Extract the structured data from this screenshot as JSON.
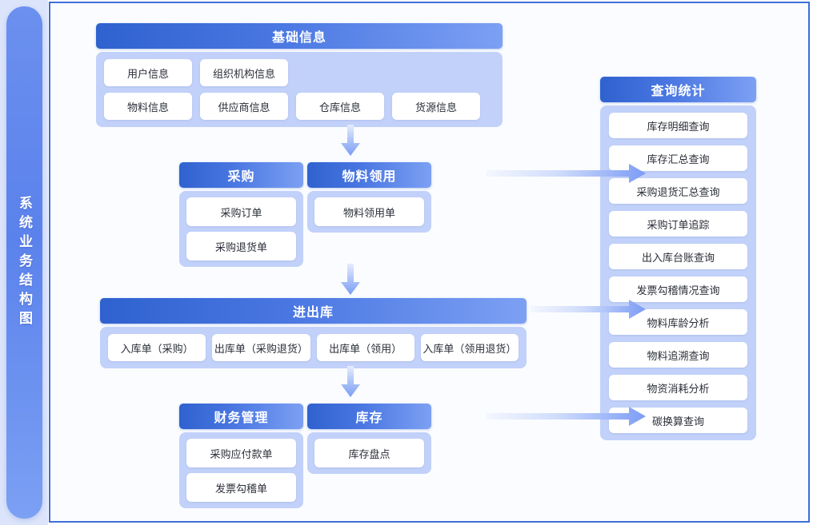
{
  "sidebar": {
    "title": "系统业务结构图"
  },
  "colors": {
    "header_gradient_start": "#2f62cf",
    "header_gradient_end": "#7ca0f3",
    "group_body_bg": "#c2d1f9",
    "item_bg": "#ffffff",
    "panel_border": "#3f6fd8",
    "panel_bg": "#fafcff",
    "sidebar_backdrop": "#dbe4fb",
    "arrow_color": "#7c9cf5",
    "text_dark": "#2b2f38",
    "text_light": "#ffffff"
  },
  "groups": {
    "basic": {
      "title": "基础信息",
      "items": [
        "用户信息",
        "组织机构信息",
        "物料信息",
        "供应商信息",
        "仓库信息",
        "货源信息"
      ]
    },
    "purchase": {
      "title": "采购",
      "items": [
        "采购订单",
        "采购退货单"
      ]
    },
    "requisition": {
      "title": "物料领用",
      "items": [
        "物料领用单"
      ]
    },
    "inout": {
      "title": "进出库",
      "items": [
        "入库单（采购）",
        "出库单（采购退货）",
        "出库单（领用）",
        "入库单（领用退货）"
      ]
    },
    "finance": {
      "title": "财务管理",
      "items": [
        "采购应付款单",
        "发票勾稽单"
      ]
    },
    "stock": {
      "title": "库存",
      "items": [
        "库存盘点"
      ]
    },
    "query": {
      "title": "查询统计",
      "items": [
        "库存明细查询",
        "库存汇总查询",
        "采购退货汇总查询",
        "采购订单追踪",
        "出入库台账查询",
        "发票勾稽情况查询",
        "物料库龄分析",
        "物料追溯查询",
        "物资消耗分析",
        "碳换算查询"
      ]
    }
  },
  "connectors": [
    {
      "name": "basic-to-purchase",
      "direction": "down"
    },
    {
      "name": "purchase-to-inout",
      "direction": "down"
    },
    {
      "name": "inout-to-finance",
      "direction": "down"
    },
    {
      "name": "purchase-to-query",
      "direction": "right"
    },
    {
      "name": "inout-to-query",
      "direction": "right"
    },
    {
      "name": "finance-to-query",
      "direction": "right"
    }
  ]
}
